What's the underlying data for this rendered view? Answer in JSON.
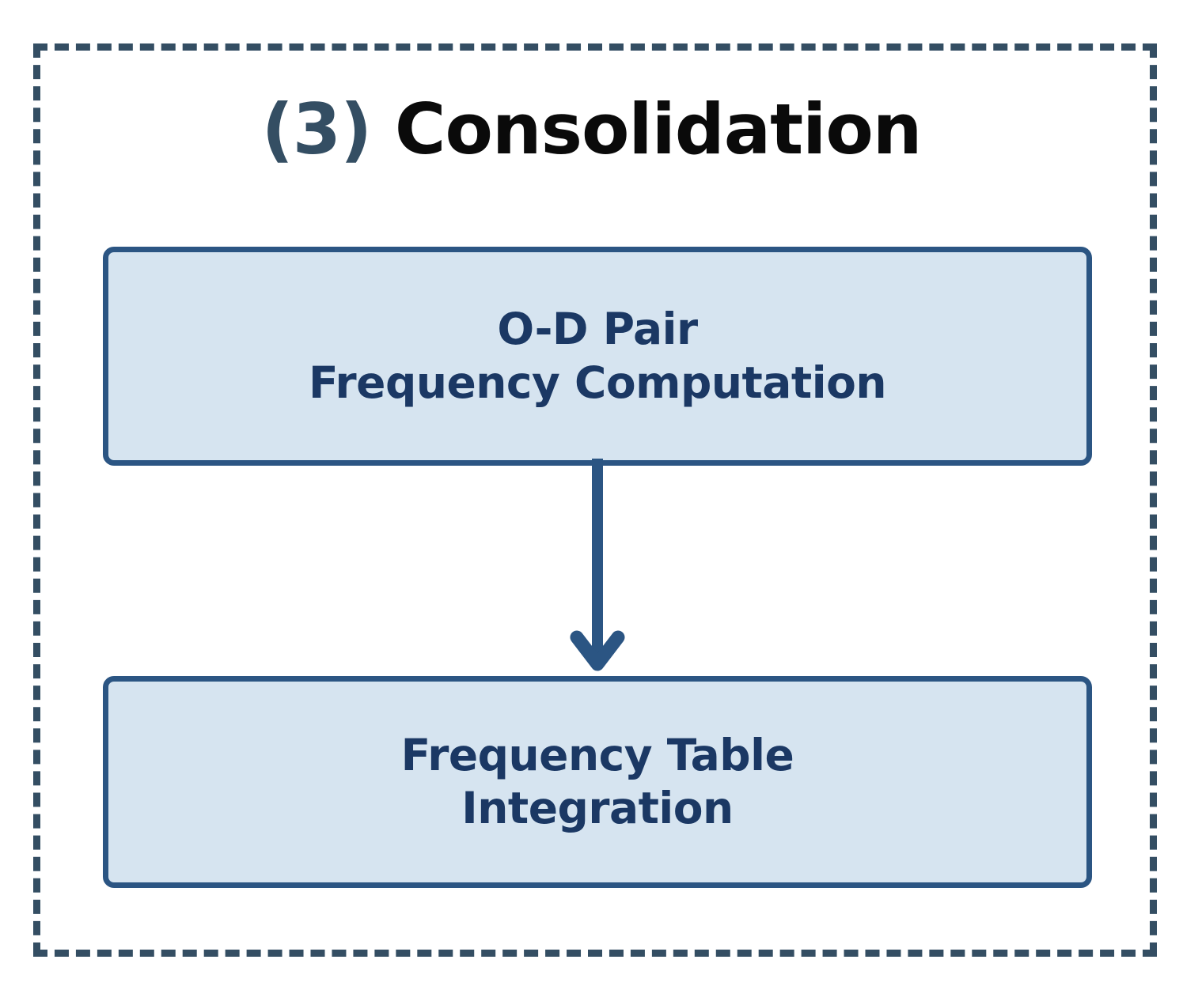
{
  "diagram": {
    "stage": {
      "number": "(3)",
      "label": "Consolidation"
    },
    "nodes": [
      {
        "id": "od-pair-frequency-computation",
        "line1": "O-D Pair",
        "line2": "Frequency Computation"
      },
      {
        "id": "frequency-table-integration",
        "line1": "Frequency Table",
        "line2": "Integration"
      }
    ],
    "connector": {
      "icon": "down-arrow-icon",
      "from": "od-pair-frequency-computation",
      "to": "frequency-table-integration"
    },
    "colors": {
      "container_border": "#344E63",
      "box_fill": "#D6E4F0",
      "box_border": "#2B5583",
      "box_text": "#1B3864",
      "stage_number": "#344E63",
      "stage_label": "#0a0a0a",
      "arrow": "#2B5583",
      "background": "#FFFFFF"
    }
  }
}
